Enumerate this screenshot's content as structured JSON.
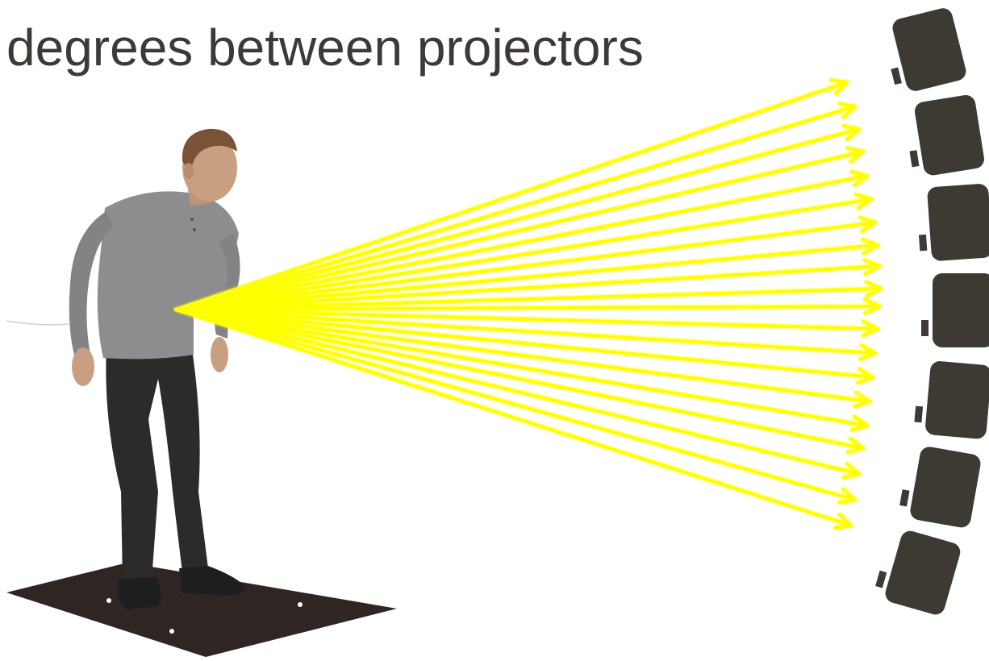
{
  "title": "degrees between projectors",
  "colors": {
    "ray": "#ffff00",
    "ray_glow": "#c8c800",
    "projector": "#3d3933",
    "shirt": "#8d8d8f",
    "pants": "#2c2b29",
    "skin": "#c99f82",
    "hair": "#7a5236",
    "floor_mat": "#2f2623"
  },
  "icons": {
    "viewer": "standing-person-figure",
    "projector": "projector-icon",
    "ray": "arrow-ray"
  },
  "projector_count": 7,
  "ray_count": 20
}
